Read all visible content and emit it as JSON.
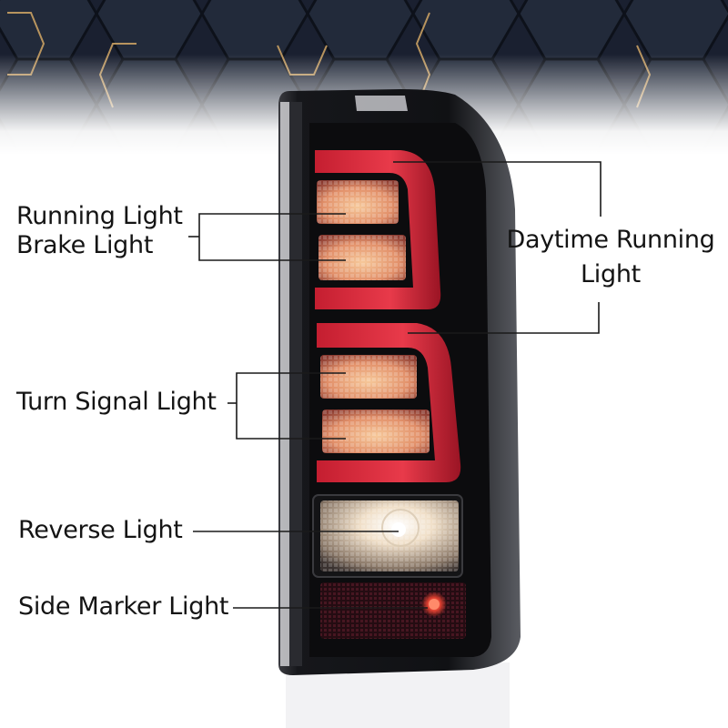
{
  "image": {
    "subject": "LED tail light assembly (smoked black housing)",
    "background": "dark hexagon pattern with gold accent edges fading to white"
  },
  "callouts": [
    {
      "id": "running-brake",
      "lines": [
        "Running Light",
        "Brake Light"
      ]
    },
    {
      "id": "daytime-running",
      "lines": [
        "Daytime Running",
        "Light"
      ]
    },
    {
      "id": "turn-signal",
      "lines": [
        "Turn Signal Light"
      ]
    },
    {
      "id": "reverse",
      "lines": [
        "Reverse Light"
      ]
    },
    {
      "id": "side-marker",
      "lines": [
        "Side Marker Light"
      ]
    }
  ],
  "colors": {
    "hex_bg": "#1c2230",
    "hex_accent": "#c8a060",
    "housing": "#141418",
    "light_bar_red": "#d8283a",
    "lens_amber": "#e8a070",
    "reverse_white": "#f2e6d8",
    "marker_red": "#e04030",
    "leader_line": "#1a1a1a",
    "text": "#141414"
  }
}
